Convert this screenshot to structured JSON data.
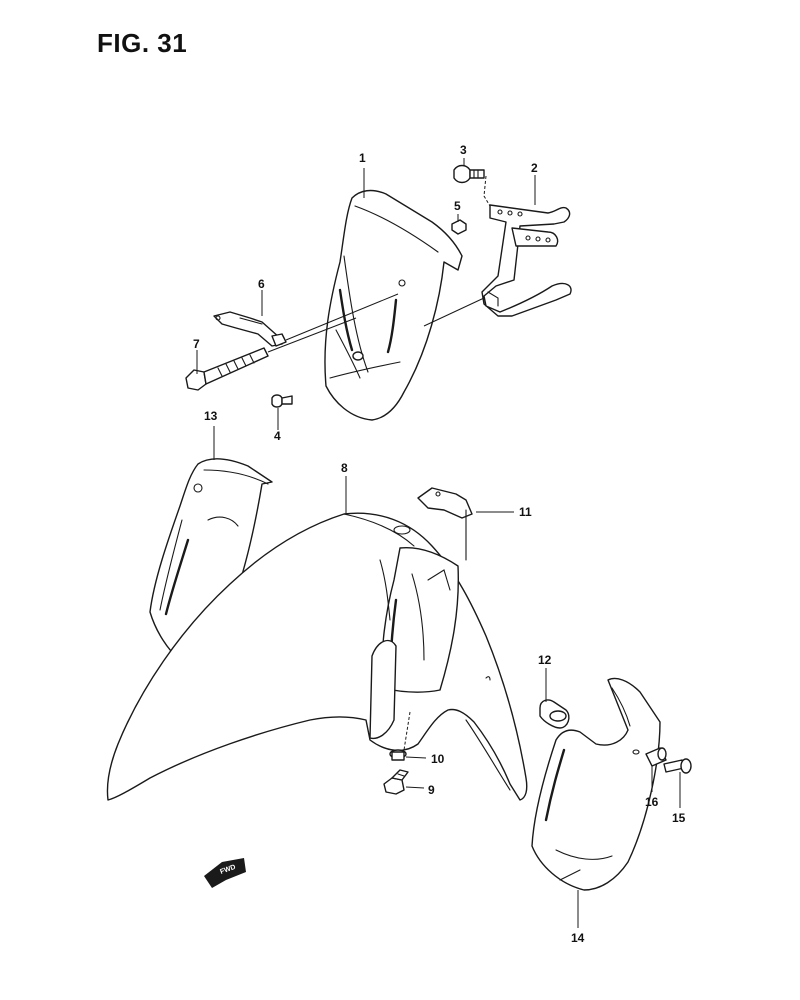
{
  "figure": {
    "title": "FIG. 31"
  },
  "callouts": [
    {
      "id": "1",
      "label": "1"
    },
    {
      "id": "2",
      "label": "2"
    },
    {
      "id": "3",
      "label": "3"
    },
    {
      "id": "4",
      "label": "4"
    },
    {
      "id": "5",
      "label": "5"
    },
    {
      "id": "6",
      "label": "6"
    },
    {
      "id": "7",
      "label": "7"
    },
    {
      "id": "8",
      "label": "8"
    },
    {
      "id": "9",
      "label": "9"
    },
    {
      "id": "10",
      "label": "10"
    },
    {
      "id": "11",
      "label": "11"
    },
    {
      "id": "12",
      "label": "12"
    },
    {
      "id": "13",
      "label": "13"
    },
    {
      "id": "14",
      "label": "14"
    },
    {
      "id": "15",
      "label": "15"
    },
    {
      "id": "16",
      "label": "16"
    }
  ],
  "direction_indicator": {
    "label": "FWD"
  }
}
